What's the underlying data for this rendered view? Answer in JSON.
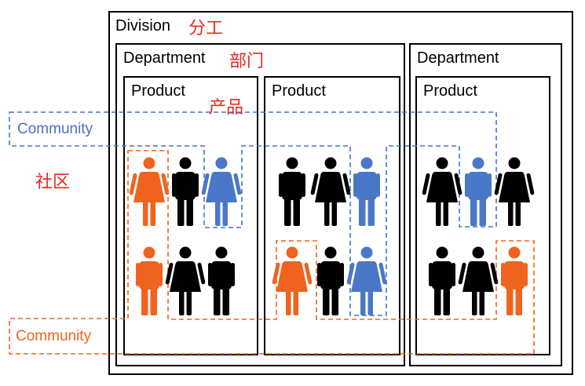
{
  "division": {
    "label": "Division",
    "label_cn": "分工"
  },
  "departments": [
    {
      "label": "Department",
      "label_cn": "部门"
    },
    {
      "label": "Department"
    }
  ],
  "products": [
    {
      "label": "Product",
      "label_cn": "产品"
    },
    {
      "label": "Product"
    },
    {
      "label": "Product"
    }
  ],
  "community_label_cn": "社区",
  "communities": [
    {
      "label": "Community",
      "color": "#4a72c4"
    },
    {
      "label": "Community",
      "color": "#f0631e"
    }
  ],
  "colors": {
    "orange": "#f0631e",
    "blue": "#4a77c8",
    "black": "#000000",
    "cn_red": "#e8281e"
  },
  "people": [
    {
      "icon": "woman-icon",
      "color": "orange"
    },
    {
      "icon": "man-icon",
      "color": "black"
    },
    {
      "icon": "woman-icon",
      "color": "blue"
    },
    {
      "icon": "man-icon",
      "color": "black"
    },
    {
      "icon": "woman-icon",
      "color": "black"
    },
    {
      "icon": "man-icon",
      "color": "blue"
    },
    {
      "icon": "woman-icon",
      "color": "black"
    },
    {
      "icon": "man-icon",
      "color": "blue"
    },
    {
      "icon": "woman-icon",
      "color": "black"
    },
    {
      "icon": "man-icon",
      "color": "orange"
    },
    {
      "icon": "woman-icon",
      "color": "black"
    },
    {
      "icon": "man-icon",
      "color": "black"
    },
    {
      "icon": "woman-icon",
      "color": "orange"
    },
    {
      "icon": "man-icon",
      "color": "black"
    },
    {
      "icon": "woman-icon",
      "color": "blue"
    },
    {
      "icon": "man-icon",
      "color": "black"
    },
    {
      "icon": "woman-icon",
      "color": "black"
    },
    {
      "icon": "man-icon",
      "color": "orange"
    }
  ]
}
